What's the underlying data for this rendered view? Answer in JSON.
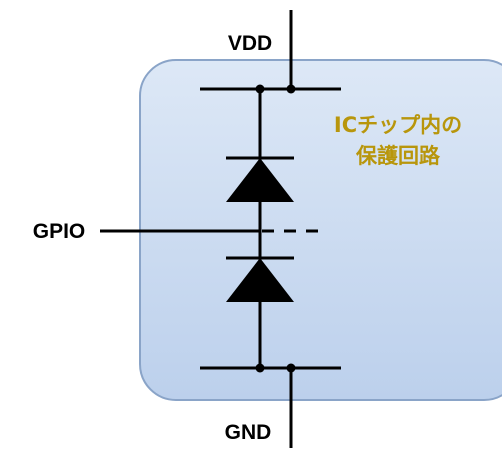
{
  "labels": {
    "vdd": "VDD",
    "gnd": "GND",
    "gpio": "GPIO"
  },
  "chip": {
    "line1": "ICチップ内の",
    "line2": "保護回路"
  },
  "colors": {
    "chip_fill_top": "#dde8f6",
    "chip_fill_bottom": "#bcd0ec",
    "chip_border": "#8aa4c8",
    "chip_text": "#b8960c",
    "wire": "#000000"
  }
}
